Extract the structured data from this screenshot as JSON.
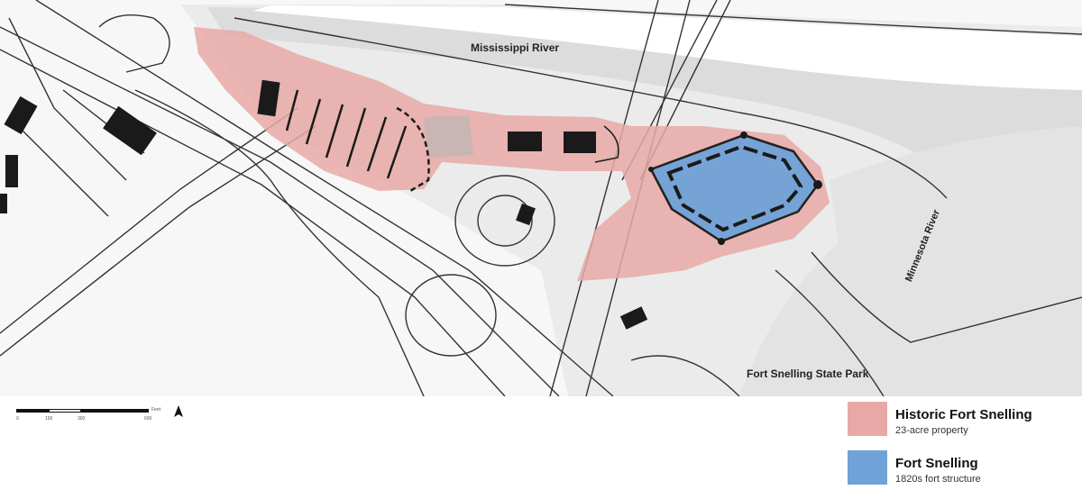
{
  "map": {
    "labels": {
      "river_north": "Mississippi River",
      "river_east": "Minnesota River",
      "park": "Fort Snelling State Park"
    },
    "colors": {
      "historic_area": "#e8a9a6",
      "fort_area": "#6fa3d8",
      "buildings": "#1a1a1a",
      "roads": "#333333",
      "terrain": "#eeeeee"
    }
  },
  "scale": {
    "ticks": [
      "0",
      "150",
      "300",
      "600"
    ],
    "unit": "Feet"
  },
  "legend": {
    "items": [
      {
        "title": "Historic Fort Snelling",
        "subtitle": "23-acre property",
        "color": "#e8a9a6"
      },
      {
        "title": "Fort Snelling",
        "subtitle": "1820s fort structure",
        "color": "#6fa3d8"
      }
    ]
  }
}
